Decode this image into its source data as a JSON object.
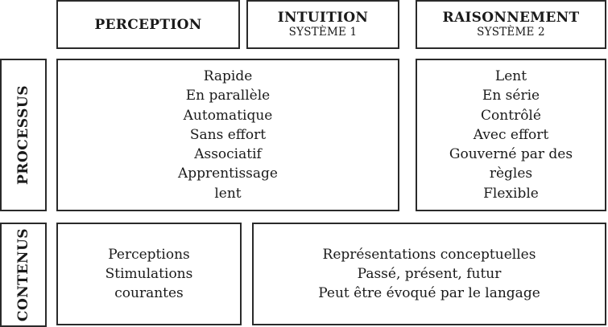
{
  "headers": {
    "perception": {
      "title": "PERCEPTION"
    },
    "intuition": {
      "title": "INTUITION",
      "subtitle": "SYSTÈME 1"
    },
    "raisonnement": {
      "title": "RAISONNEMENT",
      "subtitle": "SYSTÈME 2"
    }
  },
  "rows": {
    "processus": {
      "label": "PROCESSUS"
    },
    "contenus": {
      "label": "CONTENUS"
    }
  },
  "processus": {
    "intuitive": [
      "Rapide",
      "En parallèle",
      "Automatique",
      "Sans effort",
      "Associatif",
      "Apprentissage",
      "lent"
    ],
    "raisonnement": [
      "Lent",
      "En série",
      "Contrôlé",
      "Avec effort",
      "Gouverné par des",
      "règles",
      "Flexible"
    ]
  },
  "contenus": {
    "perception": [
      "Perceptions",
      "Stimulations",
      "courantes"
    ],
    "conceptuel": [
      "Représentations conceptuelles",
      "Passé, présent, futur",
      "Peut être évoqué par le langage"
    ]
  }
}
